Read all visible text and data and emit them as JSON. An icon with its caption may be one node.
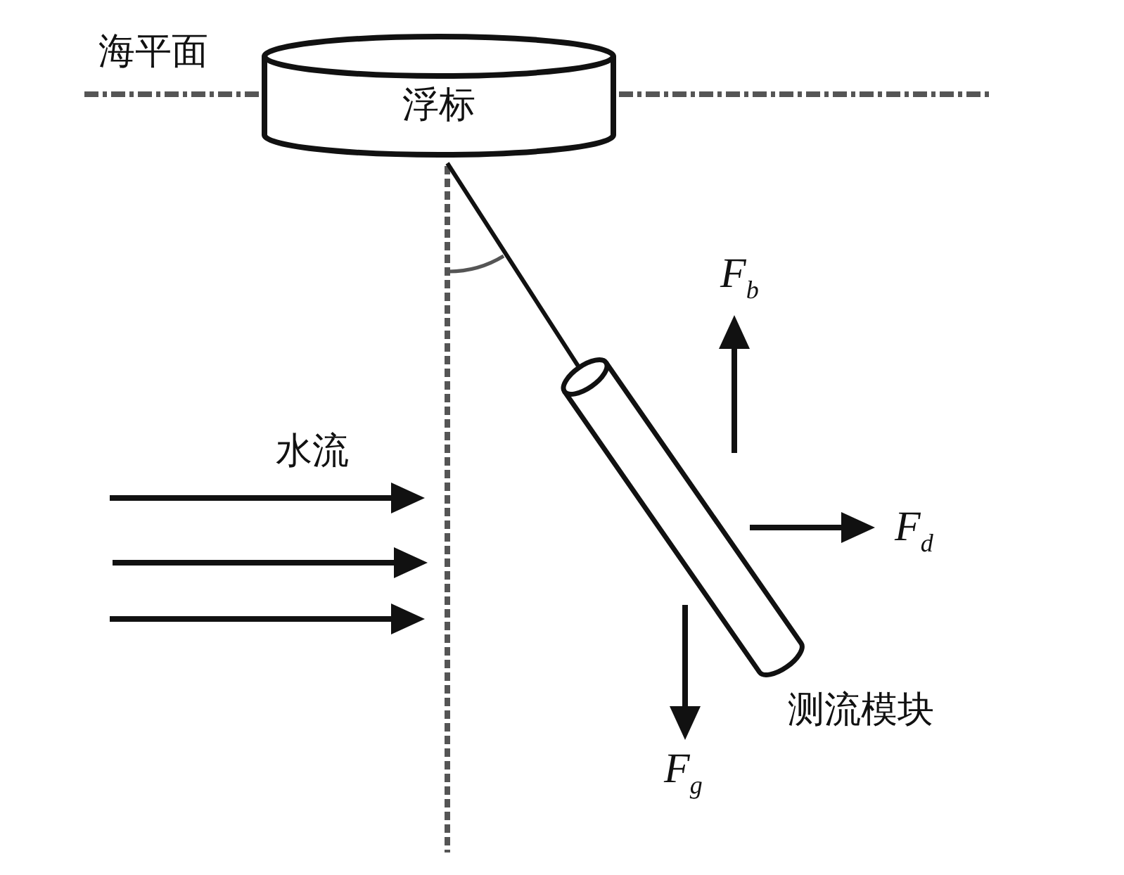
{
  "diagram": {
    "nodes": [
      {
        "text": [
          "浮标"
        ]
      },
      {
        "text": [],
        "shape": "cylinder",
        "beside": [
          "测流模块"
        ]
      }
    ],
    "edges": [
      {
        "from": 0,
        "to": 1,
        "arrow": "none"
      }
    ],
    "labels": [
      "海平面",
      "水流",
      "F$_{b}$",
      "F$_{d}$",
      "F$_{g}$"
    ]
  }
}
